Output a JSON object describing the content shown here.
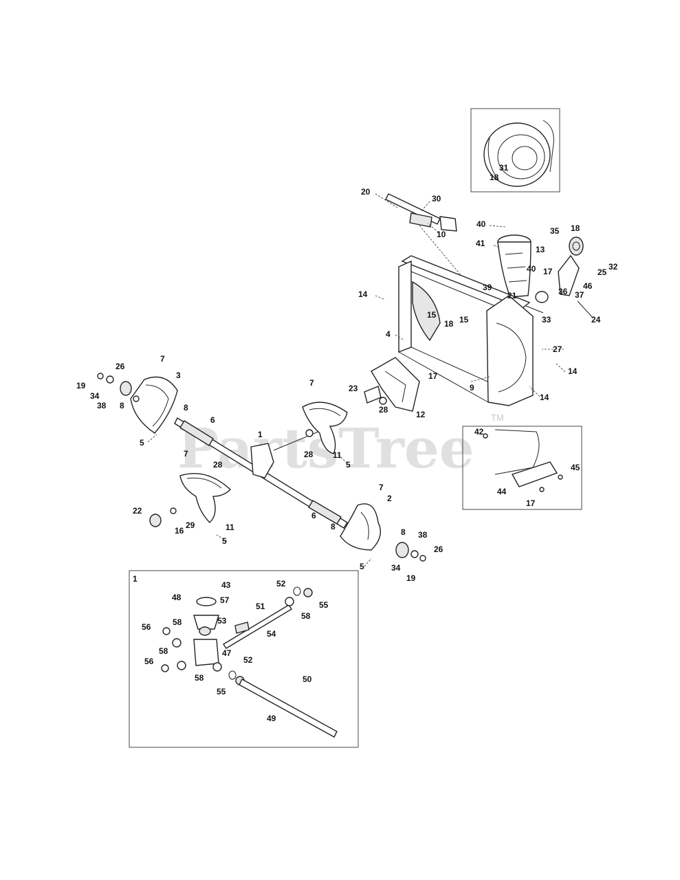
{
  "watermark": {
    "text": "PartsTree",
    "tm": "TM"
  },
  "labels": [
    "1",
    "2",
    "3",
    "4",
    "5",
    "6",
    "7",
    "8",
    "9",
    "10",
    "11",
    "12",
    "13",
    "14",
    "15",
    "16",
    "17",
    "18",
    "19",
    "20",
    "21",
    "22",
    "23",
    "24",
    "25",
    "26",
    "27",
    "28",
    "29",
    "30",
    "31",
    "32",
    "33",
    "34",
    "35",
    "36",
    "37",
    "38",
    "39",
    "40",
    "41",
    "42",
    "43",
    "44",
    "45",
    "46",
    "47",
    "48",
    "49",
    "50",
    "51",
    "52",
    "53",
    "54",
    "55",
    "56",
    "57",
    "58"
  ],
  "inset_labels": {
    "gearbox_inset": "1"
  }
}
